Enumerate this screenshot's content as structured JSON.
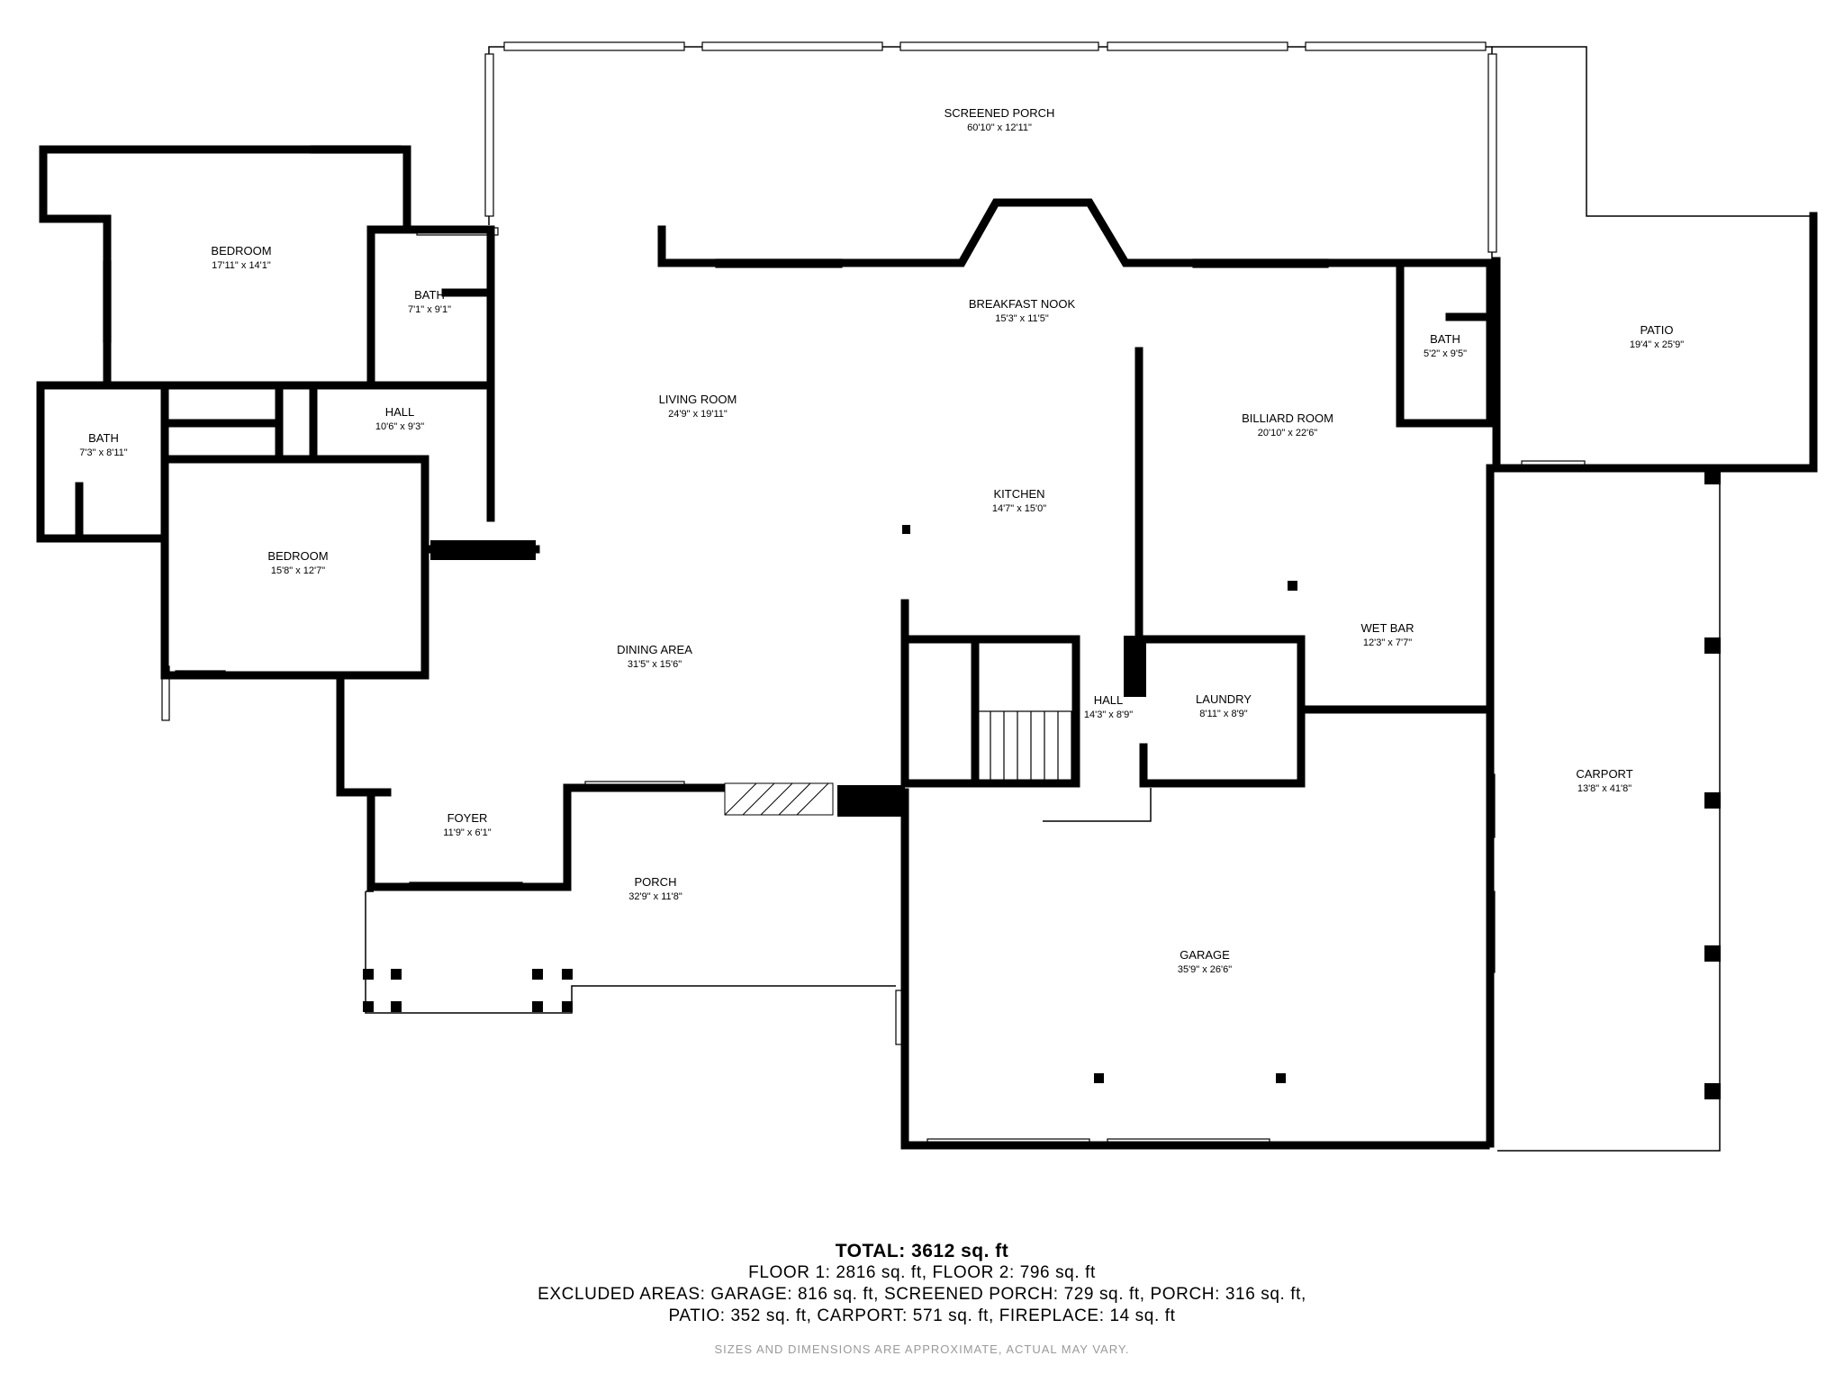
{
  "rooms": {
    "screened_porch": {
      "name": "SCREENED PORCH",
      "dim": "60'10\" x 12'11\""
    },
    "bedroom_1": {
      "name": "BEDROOM",
      "dim": "17'11\" x 14'1\""
    },
    "bath_1": {
      "name": "BATH",
      "dim": "7'1\" x 9'1\""
    },
    "bath_2": {
      "name": "BATH",
      "dim": "7'3\" x 8'11\""
    },
    "hall_1": {
      "name": "HALL",
      "dim": "10'6\" x 9'3\""
    },
    "bedroom_2": {
      "name": "BEDROOM",
      "dim": "15'8\" x 12'7\""
    },
    "living_room": {
      "name": "LIVING ROOM",
      "dim": "24'9\" x 19'11\""
    },
    "breakfast_nook": {
      "name": "BREAKFAST NOOK",
      "dim": "15'3\" x 11'5\""
    },
    "kitchen": {
      "name": "KITCHEN",
      "dim": "14'7\" x 15'0\""
    },
    "dining_area": {
      "name": "DINING AREA",
      "dim": "31'5\" x 15'6\""
    },
    "foyer": {
      "name": "FOYER",
      "dim": "11'9\" x 6'1\""
    },
    "porch": {
      "name": "PORCH",
      "dim": "32'9\" x 11'8\""
    },
    "billiard_room": {
      "name": "BILLIARD ROOM",
      "dim": "20'10\" x 22'6\""
    },
    "bath_3": {
      "name": "BATH",
      "dim": "5'2\" x 9'5\""
    },
    "patio": {
      "name": "PATIO",
      "dim": "19'4\" x 25'9\""
    },
    "wet_bar": {
      "name": "WET BAR",
      "dim": "12'3\" x 7'7\""
    },
    "hall_2": {
      "name": "HALL",
      "dim": "14'3\" x 8'9\""
    },
    "laundry": {
      "name": "LAUNDRY",
      "dim": "8'11\" x 8'9\""
    },
    "carport": {
      "name": "CARPORT",
      "dim": "13'8\" x 41'8\""
    },
    "garage": {
      "name": "GARAGE",
      "dim": "35'9\" x 26'6\""
    }
  },
  "footer": {
    "total": "TOTAL: 3612 sq. ft",
    "line1": "FLOOR 1: 2816 sq. ft, FLOOR 2: 796 sq. ft",
    "line2": "EXCLUDED AREAS: GARAGE: 816 sq. ft, SCREENED PORCH: 729 sq. ft, PORCH: 316 sq. ft,",
    "line3": "PATIO: 352 sq. ft, CARPORT: 571 sq. ft, FIREPLACE: 14 sq. ft",
    "disclaimer": "SIZES AND DIMENSIONS ARE APPROXIMATE, ACTUAL MAY VARY."
  }
}
